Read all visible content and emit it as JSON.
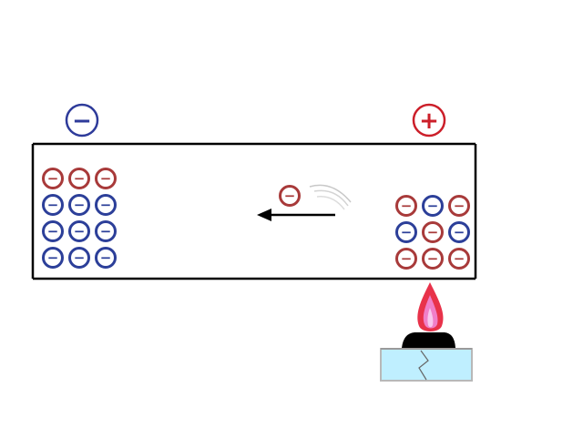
{
  "terminals": {
    "negative": {
      "symbol": "−",
      "color": "#2e3b9a"
    },
    "positive": {
      "symbol": "+",
      "color": "#cc1f2a"
    }
  },
  "particle_sign": "−",
  "colors": {
    "blue_particle": "#2c3f99",
    "red_particle": "#a83a3a",
    "tube_outline": "#000000",
    "arrow": "#000000",
    "flame_outer": "#e8324a",
    "flame_inner": "#f07fc8",
    "burner_base": "#bfefff",
    "burner_top": "#000000"
  },
  "left_cluster": {
    "rows": [
      [
        "red",
        "red",
        "red"
      ],
      [
        "blue",
        "blue",
        "blue"
      ],
      [
        "blue",
        "blue",
        "blue"
      ],
      [
        "blue",
        "blue",
        "blue"
      ]
    ]
  },
  "right_cluster": {
    "rows": [
      [
        "red",
        "blue",
        "red"
      ],
      [
        "blue",
        "red",
        "blue"
      ],
      [
        "red",
        "red",
        "red"
      ]
    ]
  },
  "moving_particle": {
    "color": "red",
    "direction": "left"
  },
  "heater": {
    "flame": true
  }
}
